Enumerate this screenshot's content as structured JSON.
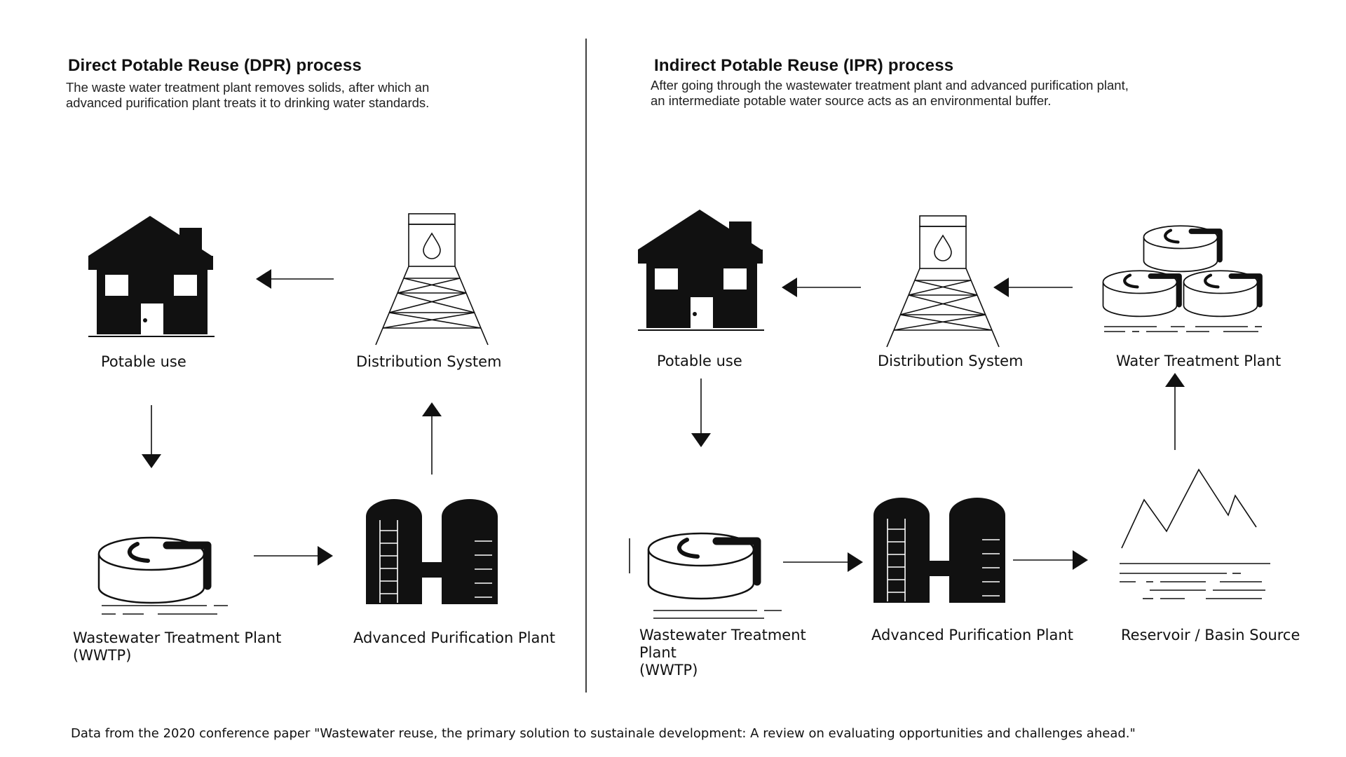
{
  "dpr": {
    "title": "Direct Potable Reuse (DPR) process",
    "description_line1": "The waste water treatment plant removes solids, after which an",
    "description_line2": "advanced purification plant treats it to drinking water standards.",
    "nodes": {
      "potable_use": "Potable use",
      "distribution": "Distribution System",
      "wwtp_line1": "Wastewater Treatment Plant",
      "wwtp_line2": "(WWTP)",
      "advanced": "Advanced Purification Plant"
    }
  },
  "ipr": {
    "title": "Indirect Potable Reuse (IPR) process",
    "description_line1": "After going through the wastewater treatment plant and advanced purification plant,",
    "description_line2": "an intermediate potable water source acts as an environmental buffer.",
    "nodes": {
      "potable_use": "Potable use",
      "distribution": "Distribution System",
      "water_treatment": "Water Treatment Plant",
      "wwtp_line1": "Wastewater Treatment",
      "wwtp_line2": "Plant",
      "wwtp_line3": "(WWTP)",
      "advanced": "Advanced Purification Plant",
      "reservoir": "Reservoir / Basin Source"
    }
  },
  "caption": "Data from the 2020 conference paper \"Wastewater reuse, the primary solution to sustainale development: A review on evaluating opportunities and challenges ahead.\"",
  "icons": [
    "house-icon",
    "water-tower-icon",
    "treatment-tank-icon",
    "purification-plant-icon",
    "mountains-icon"
  ],
  "colors": {
    "ink": "#111111",
    "background": "#ffffff"
  }
}
